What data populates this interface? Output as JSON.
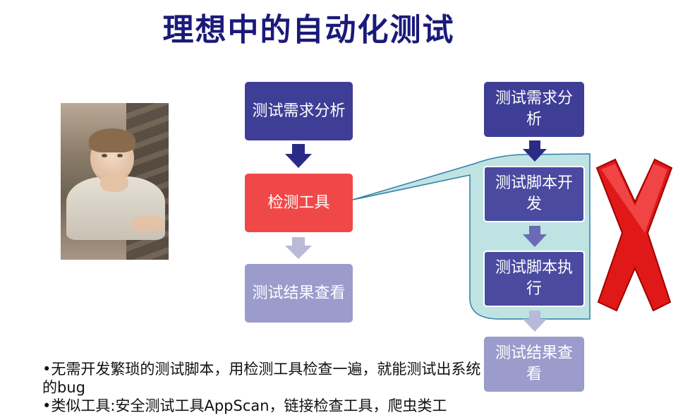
{
  "slide": {
    "title": "理想中的自动化测试"
  },
  "left_flow": {
    "step1": "测试需求分析",
    "step2": "检测工具",
    "step3": "测试结果查看"
  },
  "right_flow": {
    "step1": "测试需求分析",
    "step2": "测试脚本开发",
    "step3": "测试脚本执行",
    "step4": "测试结果查看"
  },
  "bullets": [
    "•无需开发繁琐的测试脚本，用检测工具检查一遍，就能测试出系统的bug",
    "•类似工具:安全测试工具AppScan，链接检查工具，爬虫类工"
  ],
  "colors": {
    "title": "#1a1a7a",
    "dark_box": "#3e3e96",
    "light_box": "#9b9bcc",
    "red_box": "#f04848",
    "callout": "#bfe3e3",
    "cross": "#e01818"
  }
}
